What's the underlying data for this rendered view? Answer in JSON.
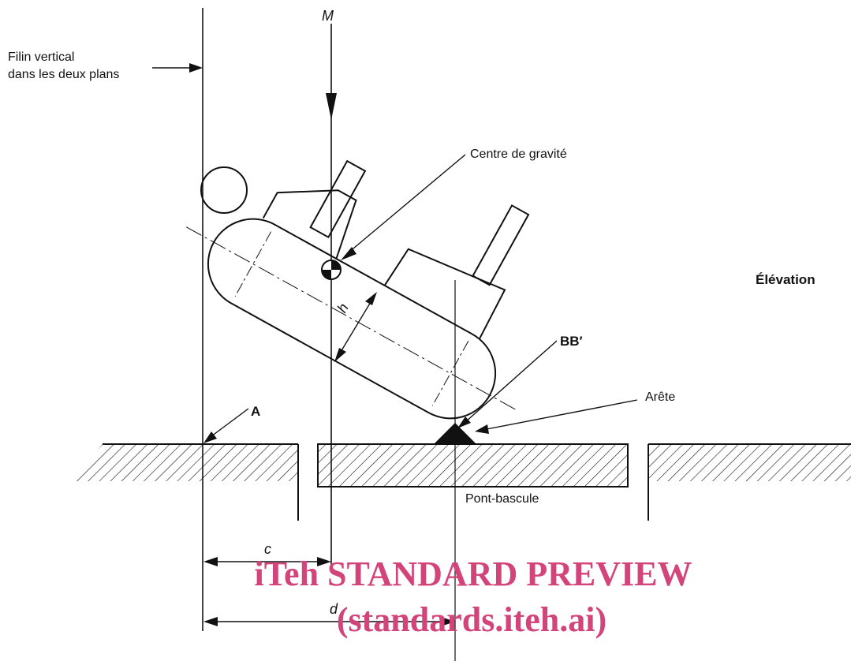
{
  "labels": {
    "vertical_line": [
      "Filin vertical",
      "dans les deux plans"
    ],
    "m": "M",
    "center_of_gravity": "Centre de gravité",
    "elevation": "Élévation",
    "bb": "BB′",
    "edge": "Arête",
    "a": "A",
    "weighbridge": "Pont-bascule",
    "h": "h",
    "c": "c",
    "d": "d"
  },
  "watermark": {
    "line1": "iTeh STANDARD PREVIEW",
    "line2": "(standards.iteh.ai)",
    "color": "#d2447a"
  },
  "colors": {
    "ink": "#111111"
  }
}
